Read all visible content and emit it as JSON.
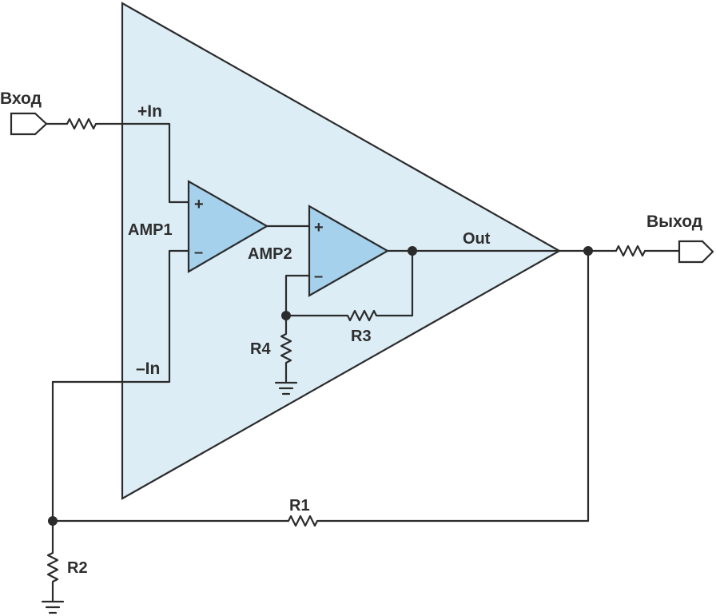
{
  "labels": {
    "input": "Вход",
    "output": "Выход",
    "plus_in": "+In",
    "minus_in": "–In",
    "out": "Out",
    "amp1": "AMP1",
    "amp2": "AMP2",
    "r1": "R1",
    "r2": "R2",
    "r3": "R3",
    "r4": "R4"
  },
  "symbols": {
    "plus": "+",
    "minus": "–"
  },
  "colors": {
    "outer_fill": "#dcedf6",
    "opamp_fill": "#a6d1ec",
    "line": "#2b2b2b"
  }
}
